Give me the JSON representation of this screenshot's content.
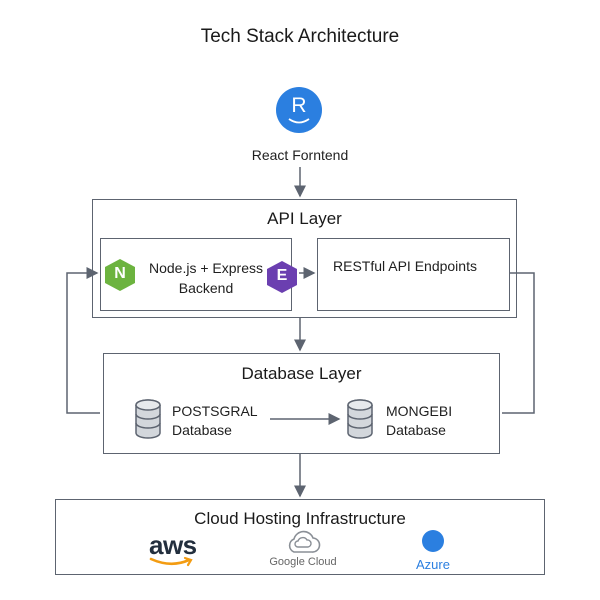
{
  "title": "Tech Stack Architecture",
  "frontend": {
    "label": "React Forntend",
    "icon": "react-icon",
    "letter": "R"
  },
  "api_layer": {
    "title": "API Layer",
    "backend": {
      "label_line1": "Node.js + Express",
      "label_line2": "Backend",
      "node_letter": "N",
      "express_letter": "E"
    },
    "endpoints": {
      "label": "RESTful API Endpoints"
    }
  },
  "database_layer": {
    "title": "Database Layer",
    "postgres": {
      "label_line1": "POSTSGRAL",
      "label_line2": "Database"
    },
    "mongo": {
      "label_line1": "MONGEBI",
      "label_line2": "Database"
    }
  },
  "cloud": {
    "title": "Cloud Hosting Infrastructure",
    "providers": [
      {
        "name": "aws",
        "icon": "aws-logo"
      },
      {
        "name": "Google Cloud",
        "icon": "google-cloud-icon"
      },
      {
        "name": "Azure",
        "icon": "azure-icon"
      }
    ]
  },
  "colors": {
    "line": "#5d6470",
    "react": "#2b7fe0",
    "node": "#6cb33f",
    "express": "#6b3fb0",
    "azure": "#2b7fe0",
    "aws_smile": "#f39c12"
  }
}
